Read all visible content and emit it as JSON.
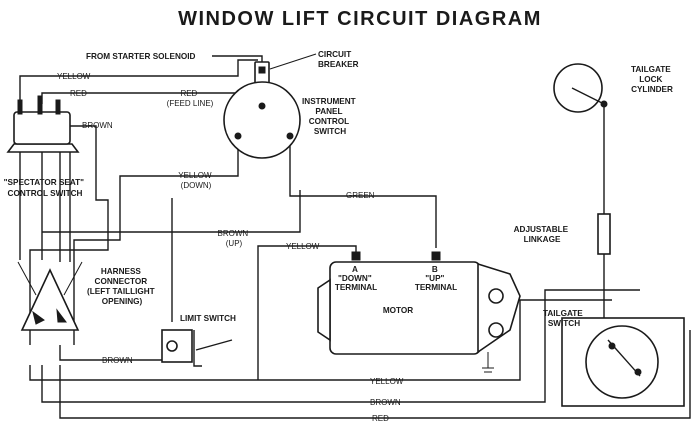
{
  "title": "WINDOW LIFT CIRCUIT DIAGRAM",
  "components": {
    "starter_solenoid": "FROM STARTER SOLENOID",
    "circuit_breaker": [
      "CIRCUIT",
      "BREAKER"
    ],
    "instrument_panel_switch": [
      "INSTRUMENT",
      "PANEL",
      "CONTROL",
      "SWITCH"
    ],
    "spectator_seat_switch": [
      "\"SPECTATOR SEAT\"",
      "CONTROL SWITCH"
    ],
    "harness_connector": [
      "HARNESS",
      "CONNECTOR",
      "(LEFT TAILLIGHT",
      "OPENING)"
    ],
    "limit_switch": "LIMIT SWITCH",
    "motor": "MOTOR",
    "down_terminal": [
      "A",
      "\"DOWN\"",
      "TERMINAL"
    ],
    "up_terminal": [
      "B",
      "\"UP\"",
      "TERMINAL"
    ],
    "tailgate_lock_cylinder": [
      "TAILGATE",
      "LOCK",
      "CYLINDER"
    ],
    "adjustable_linkage": [
      "ADJUSTABLE",
      "LINKAGE"
    ],
    "tailgate_switch": [
      "TAILGATE",
      "SWITCH"
    ]
  },
  "wires": {
    "yellow_top": "YELLOW",
    "red_top": "RED",
    "red_feed": [
      "RED",
      "(FEED LINE)"
    ],
    "brown_left": "BROWN",
    "yellow_down": [
      "YELLOW",
      "(DOWN)"
    ],
    "green": "GREEN",
    "brown_up": [
      "BROWN",
      "(UP)"
    ],
    "yellow_motor": "YELLOW",
    "brown_limit": "BROWN",
    "yellow_bottom": "YELLOW",
    "brown_bottom": "BROWN",
    "red_bottom": "RED"
  }
}
